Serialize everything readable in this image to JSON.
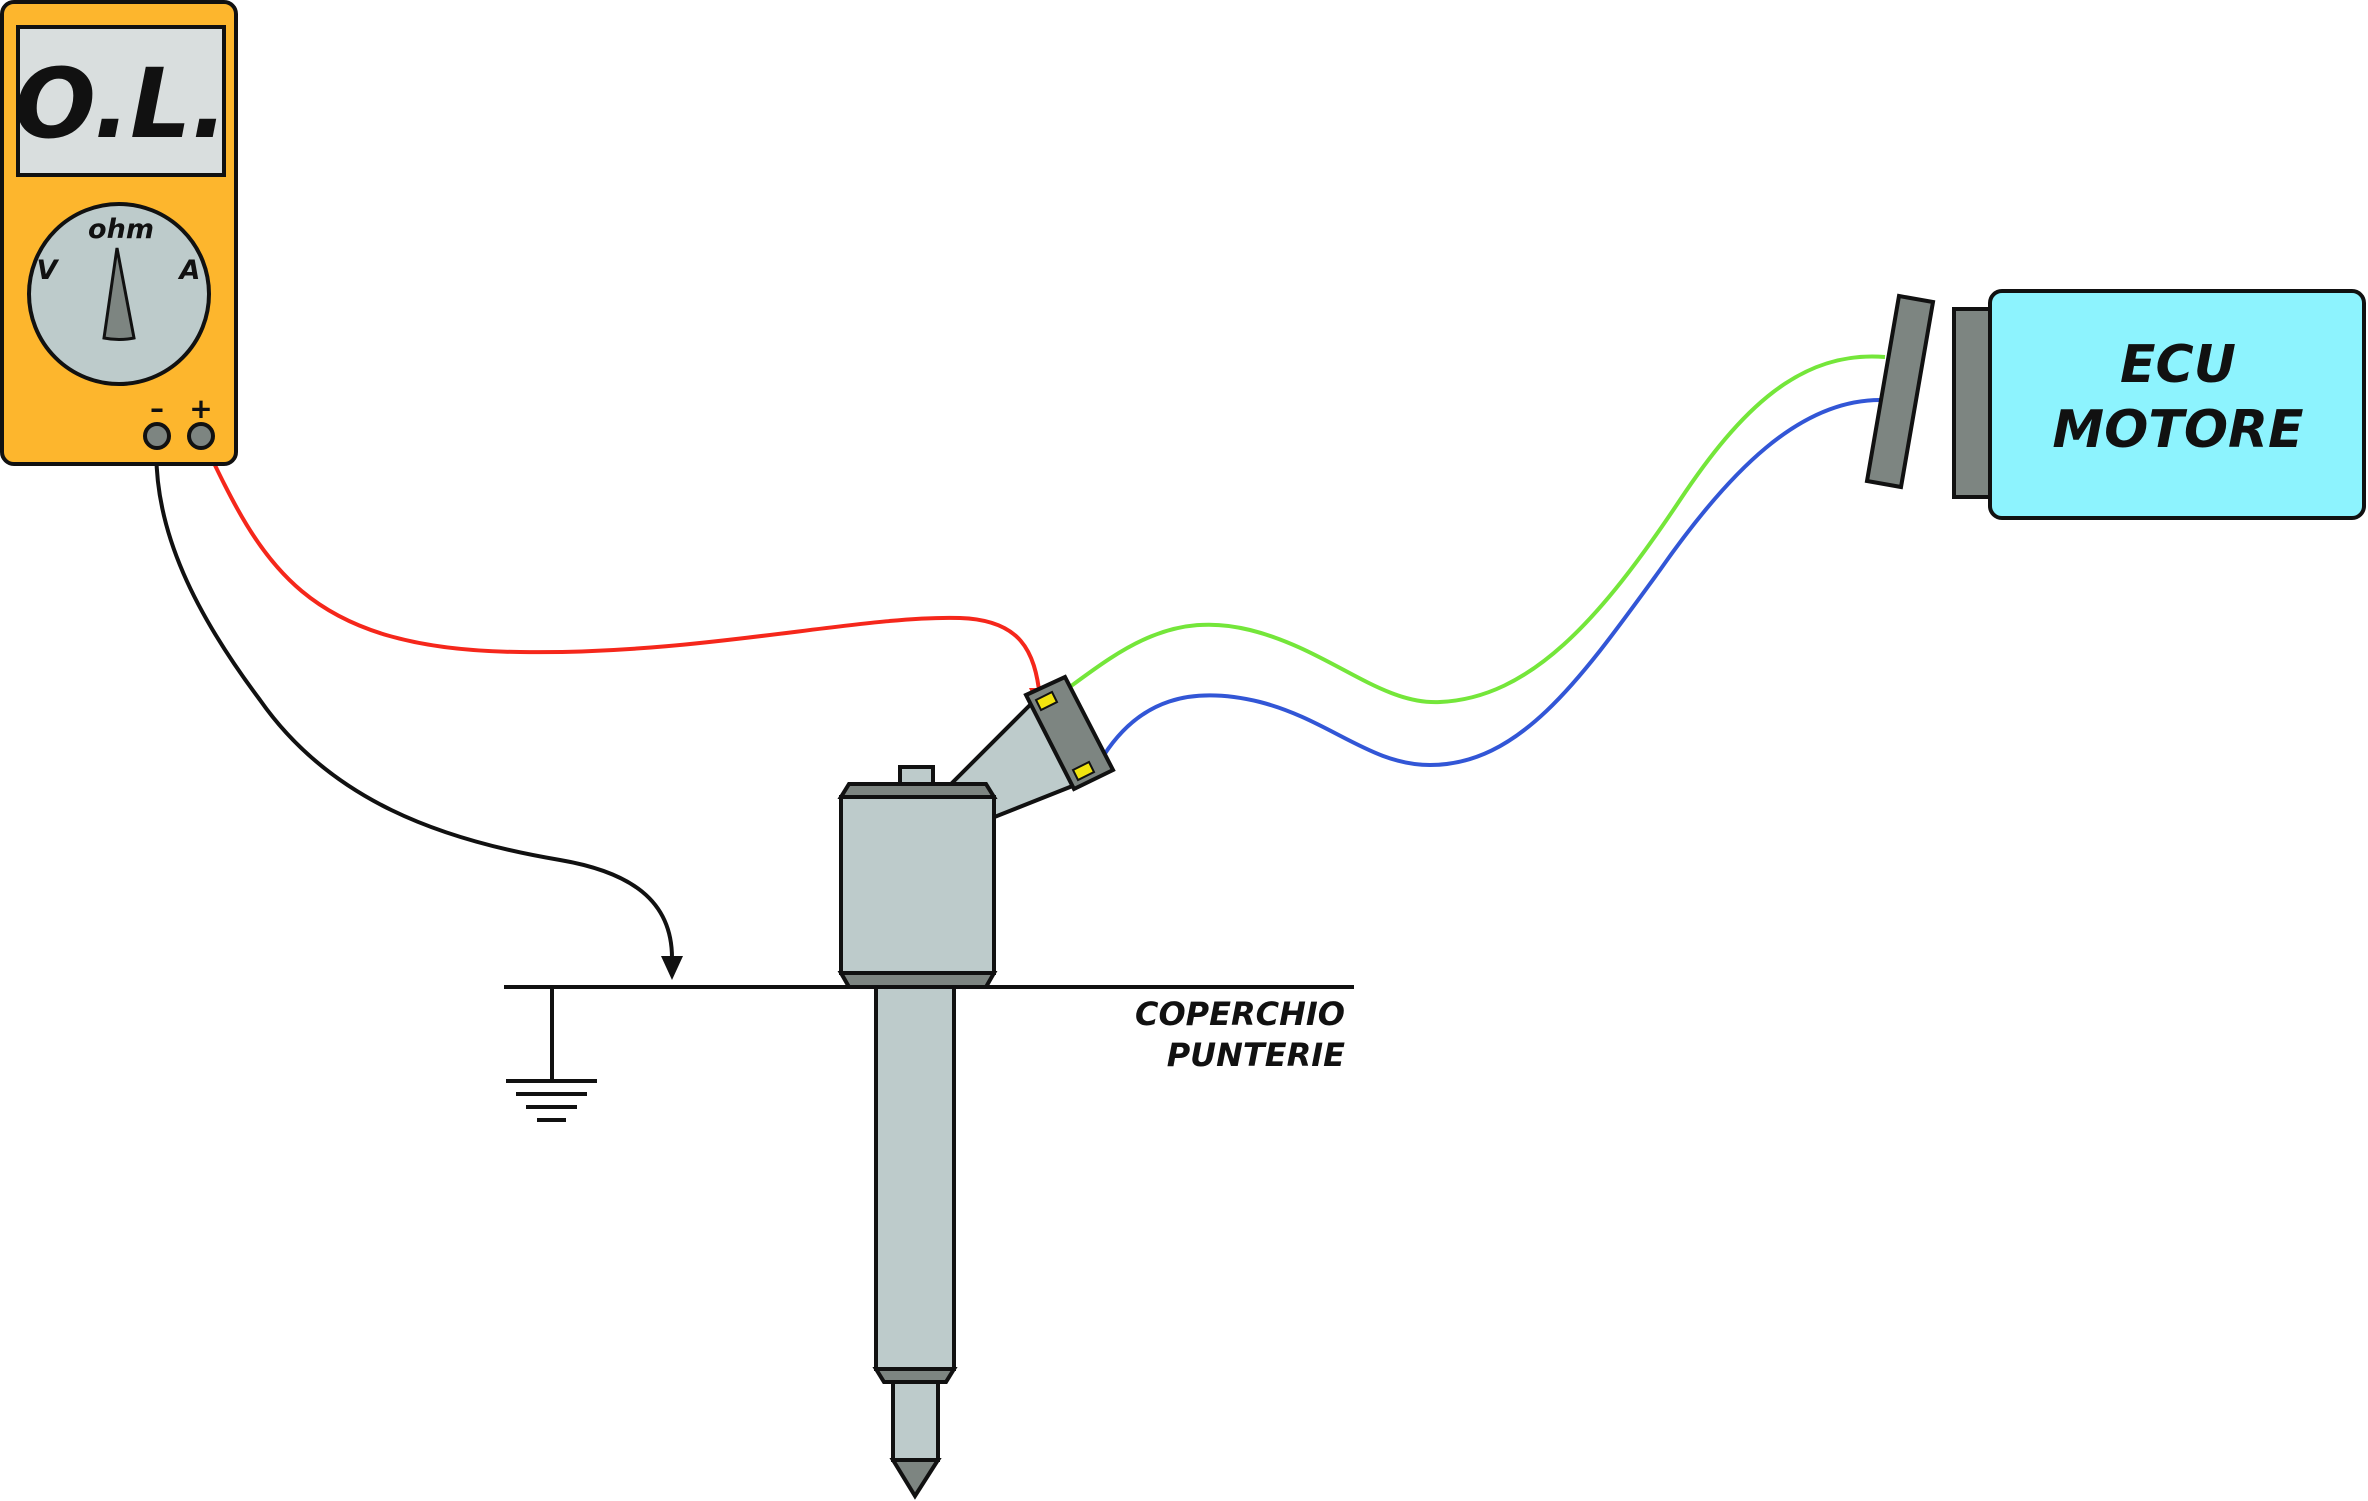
{
  "multimeter": {
    "display": "O.L.",
    "dial_center_label": "ohm",
    "dial_left_label": "V",
    "dial_right_label": "A",
    "terminal_negative": "–",
    "terminal_positive": "+",
    "body_color": "#FDB62D",
    "screen_color": "#D9DEDE",
    "dial_color": "#BDCBCB"
  },
  "ecu": {
    "line1": "ECU",
    "line2": "MOTORE",
    "body_color": "#8DF3FE"
  },
  "cover": {
    "line1": "COPERCHIO",
    "line2": "PUNTERIE"
  },
  "wires": {
    "probe_positive_color": "#F5271B",
    "probe_negative_color": "#111111",
    "harness_green_color": "#74E63A",
    "harness_blue_color": "#3256D6"
  },
  "injector": {
    "body_color": "#BDCBCB",
    "connector_color": "#7D8581"
  }
}
